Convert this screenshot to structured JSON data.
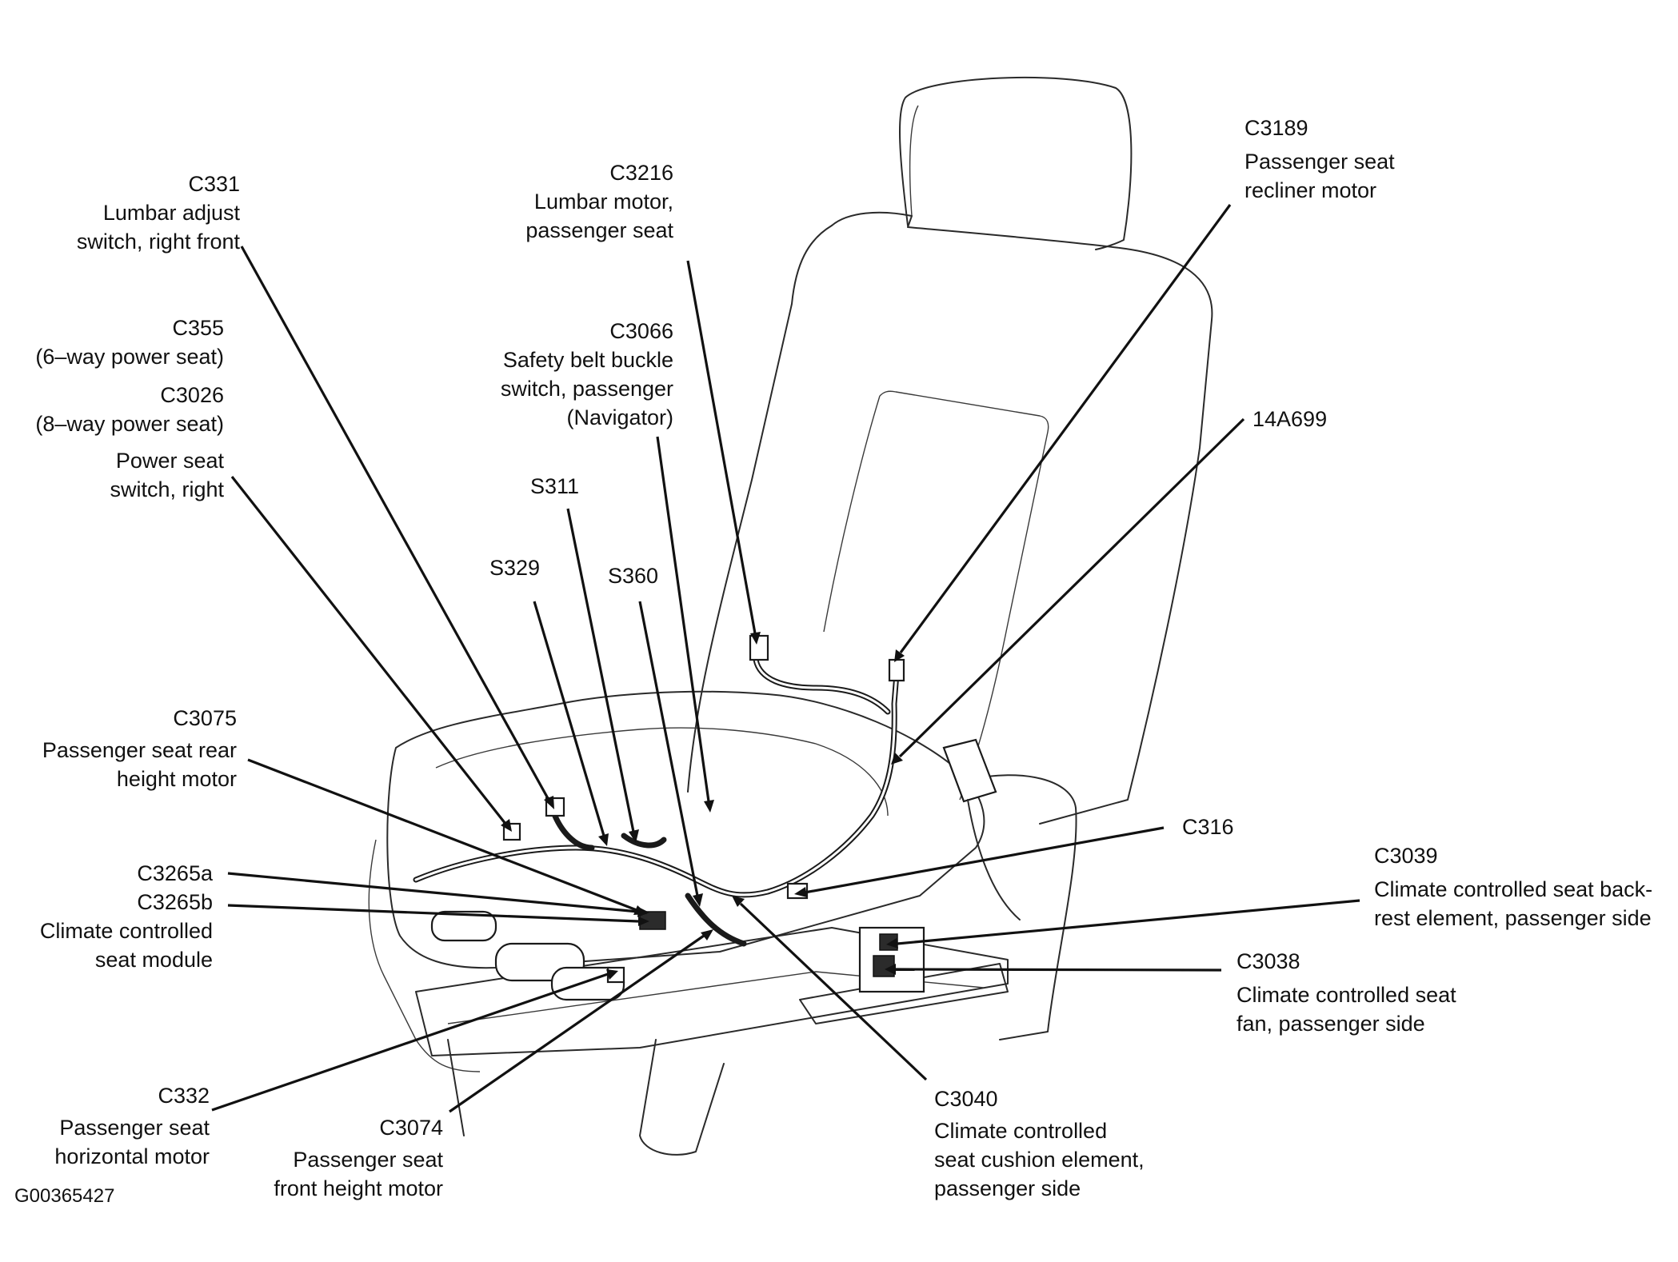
{
  "figure_id": "G00365427",
  "callouts": {
    "c331": {
      "lines": [
        "C331",
        "Lumbar adjust",
        "switch, right front"
      ]
    },
    "c355": {
      "lines": [
        "C355",
        "(6–way power seat)",
        "C3026",
        "(8–way power seat)",
        "Power seat",
        "switch, right"
      ]
    },
    "c3216": {
      "lines": [
        "C3216",
        "Lumbar motor,",
        "passenger seat"
      ]
    },
    "c3066": {
      "lines": [
        "C3066",
        "Safety belt buckle",
        "switch, passenger",
        "(Navigator)"
      ]
    },
    "c3189": {
      "lines": [
        "C3189",
        "Passenger seat",
        "recliner motor"
      ]
    },
    "a14a699": {
      "lines": [
        "14A699"
      ]
    },
    "s311": {
      "lines": [
        "S311"
      ]
    },
    "s329": {
      "lines": [
        "S329"
      ]
    },
    "s360": {
      "lines": [
        "S360"
      ]
    },
    "c3075": {
      "lines": [
        "C3075",
        "Passenger seat rear",
        "height motor"
      ]
    },
    "c3265": {
      "lines": [
        "C3265a",
        "C3265b",
        "Climate controlled",
        "seat module"
      ]
    },
    "c316": {
      "lines": [
        "C316"
      ]
    },
    "c3039": {
      "lines": [
        "C3039",
        "Climate controlled seat back-",
        "rest element, passenger side"
      ]
    },
    "c3038": {
      "lines": [
        "C3038",
        "Climate controlled seat",
        "fan, passenger side"
      ]
    },
    "c332": {
      "lines": [
        "C332",
        "Passenger seat",
        "horizontal motor"
      ]
    },
    "c3074": {
      "lines": [
        "C3074",
        "Passenger seat",
        "front height motor"
      ]
    },
    "c3040": {
      "lines": [
        "C3040",
        "Climate controlled",
        "seat cushion element,",
        "passenger side"
      ]
    }
  }
}
